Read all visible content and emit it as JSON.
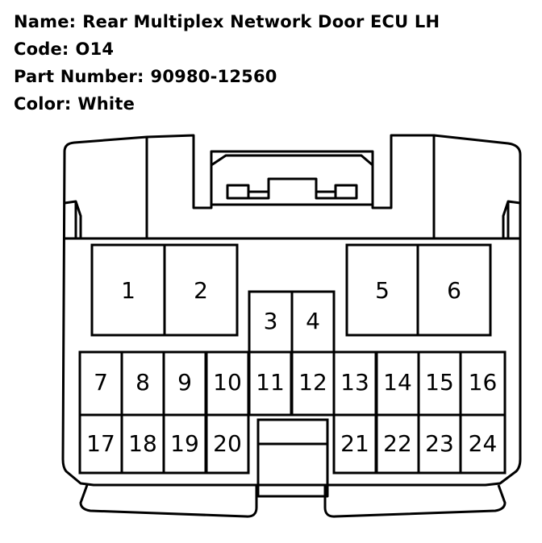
{
  "header": {
    "name_label": "Name:",
    "name_value": "Rear Multiplex Network Door ECU LH",
    "code_label": "Code:",
    "code_value": "O14",
    "part_label": "Part Number:",
    "part_value": "90980-12560",
    "color_label": "Color:",
    "color_value": "White"
  },
  "connector": {
    "pins": [
      "1",
      "2",
      "3",
      "4",
      "5",
      "6",
      "7",
      "8",
      "9",
      "10",
      "11",
      "12",
      "13",
      "14",
      "15",
      "16",
      "17",
      "18",
      "19",
      "20",
      "21",
      "22",
      "23",
      "24"
    ],
    "line_color": "#000000",
    "fill_color": "#ffffff"
  }
}
